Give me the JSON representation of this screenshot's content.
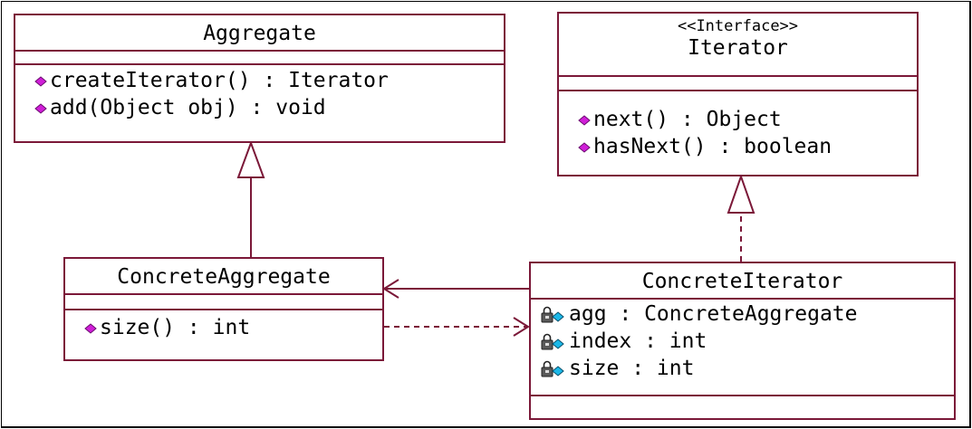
{
  "colors": {
    "line": "#7b1838",
    "operation_icon": "#d01fd8",
    "attribute_icon": "#1bb8e8",
    "lock_icon": "#4a4a4a"
  },
  "classes": {
    "aggregate": {
      "name": "Aggregate",
      "operations": [
        {
          "text": "createIterator() : Iterator",
          "icon": "public-operation-icon"
        },
        {
          "text": "add(Object obj) : void",
          "icon": "public-operation-icon"
        }
      ]
    },
    "iterator": {
      "stereotype": "<<Interface>>",
      "name": "Iterator",
      "operations": [
        {
          "text": "next() : Object",
          "icon": "public-operation-icon"
        },
        {
          "text": "hasNext() : boolean",
          "icon": "public-operation-icon"
        }
      ]
    },
    "concrete_aggregate": {
      "name": "ConcreteAggregate",
      "operations": [
        {
          "text": "size() : int",
          "icon": "public-operation-icon"
        }
      ]
    },
    "concrete_iterator": {
      "name": "ConcreteIterator",
      "attributes": [
        {
          "text": "agg : ConcreteAggregate",
          "icon": "private-attribute-icon"
        },
        {
          "text": "index : int",
          "icon": "private-attribute-icon"
        },
        {
          "text": "size : int",
          "icon": "private-attribute-icon"
        }
      ]
    }
  },
  "relations": [
    {
      "type": "generalization",
      "from": "ConcreteAggregate",
      "to": "Aggregate"
    },
    {
      "type": "realization",
      "from": "ConcreteIterator",
      "to": "Iterator"
    },
    {
      "type": "association",
      "from": "ConcreteIterator",
      "to": "ConcreteAggregate"
    },
    {
      "type": "dependency",
      "from": "ConcreteAggregate",
      "to": "ConcreteIterator"
    }
  ]
}
